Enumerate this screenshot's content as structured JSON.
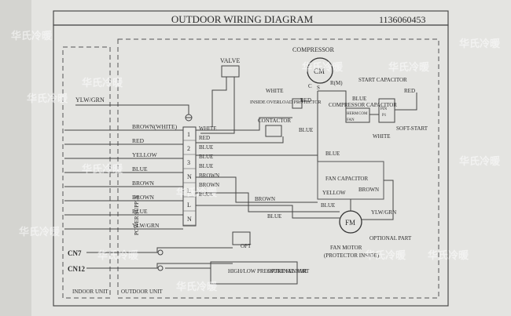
{
  "header": {
    "title": "OUTDOOR WIRING DIAGRAM",
    "doc_number": "1136060453"
  },
  "components": {
    "compressor": {
      "label": "COMPRESSOR",
      "symbol": "CM",
      "pins": [
        "C",
        "S",
        "R(M)"
      ]
    },
    "fan_motor": {
      "label": "FAN MOTOR",
      "sub_label": "(PROTECTOR INSIDE)",
      "symbol": "FM"
    },
    "fan_capacitor": "FAN CAPACITOR",
    "compressor_capacitor": "COMPRESSOR CAPACITOR",
    "start_capacitor": "START CAPACITOR",
    "soft_start": "SOFT-START",
    "contactor": "CONTACTOR",
    "overload": "INSIDE OVERLOAD PROTECTOR",
    "valve": "VALVE",
    "pressure_sensor": "HIGH/LOW PRESSURE SENSOR",
    "optional_part_bottom": "OPTIONAL PART",
    "optional_part_fan": "OPTIONAL PART",
    "opt_label": "OPT",
    "pin_labels": [
      "PIN",
      "P1"
    ],
    "com_label": "COM",
    "herm_label": "HERM",
    "fan_label": "FAN"
  },
  "terminal_block": {
    "vertical_label": "POWER SUPPLY",
    "terminals": [
      "1",
      "2",
      "3",
      "N",
      "L",
      "L",
      "N"
    ]
  },
  "wires_left": [
    "BROWN(WHITE)",
    "RED",
    "YELLOW",
    "BLUE",
    "BROWN",
    "BROWN",
    "BLUE",
    "YLW/GRN"
  ],
  "wires_right": [
    "WHITE",
    "RED",
    "BLUE",
    "BLUE",
    "BLUE",
    "BROWN",
    "BROWN",
    "BLUE"
  ],
  "wire_colors_misc": {
    "ylw_grn_ground": "YLW/GRN",
    "white_top": "WHITE",
    "red_top": "RED",
    "blue_top": "BLUE",
    "blue_mid": "BLUE",
    "white_mid": "WHITE",
    "yellow_fan": "YELLOW",
    "brown_fan": "BROWN",
    "ylw_grn_fan": "YLW/GRN",
    "blue_fan": "BLUE",
    "brown_mid": "BROWN",
    "blue_lower": "BLUE",
    "red_cap": "RED",
    "blue_cap": "BLUE"
  },
  "connectors": [
    "CN7",
    "CN12"
  ],
  "footer": {
    "left": "INDOOR UNIT",
    "right": "OUTDOOR UNIT"
  },
  "watermark": "华氏冷暖",
  "colors": {
    "background": "#d9d9d6",
    "paper": "#e6e6e3",
    "ink": "#333333"
  }
}
